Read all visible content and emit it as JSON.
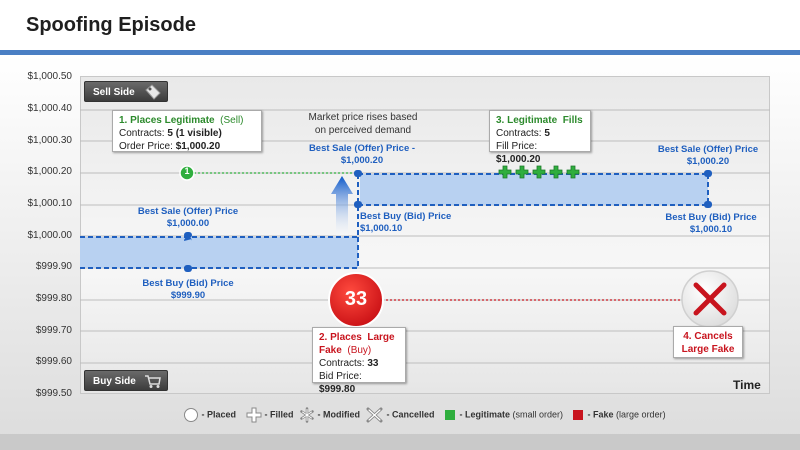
{
  "title": "Spoofing Episode",
  "y_axis": [
    "$1,000.50",
    "$1,000.40",
    "$1,000.30",
    "$1,000.20",
    "$1,000.10",
    "$1,000.00",
    "$999.90",
    "$999.80",
    "$999.70",
    "$999.60",
    "$999.50"
  ],
  "badges": {
    "sell_side": "Sell Side",
    "buy_side": "Buy Side"
  },
  "time_label": "Time",
  "callout1": {
    "title_num": "1. Places",
    "title_word": "Legitimate",
    "title_side": "(Sell)",
    "contracts_label": "Contracts:",
    "contracts_value": "5 (1 visible)",
    "price_label": "Order Price:",
    "price_value": "$1,000.20"
  },
  "callout2": {
    "line1_a": "2. Places",
    "line1_b": "Large",
    "line2_a": "Fake",
    "line2_b": "(Buy)",
    "contracts_label": "Contracts:",
    "contracts_value": "33",
    "price_label": "Bid Price:",
    "price_value": "$999.80"
  },
  "callout3": {
    "title_num": "3. Legitimate",
    "title_word": "Fills",
    "contracts_label": "Contracts:",
    "contracts_value": "5",
    "price_label": "Fill Price:",
    "price_value": "$1,000.20"
  },
  "callout4": {
    "line1": "4. Cancels",
    "line2": "Large Fake"
  },
  "market_note": {
    "line1": "Market price rises based",
    "line2": "on perceived demand"
  },
  "labels": {
    "offer_left_1": "Best Sale (Offer) Price",
    "offer_left_2": "$1,000.00",
    "bid_left_1": "Best Buy (Bid) Price",
    "bid_left_2": "$999.90",
    "offer_mid_1": "Best Sale (Offer) Price -",
    "offer_mid_2": "$1,000.20",
    "bid_mid_1": "Best Buy (Bid) Price",
    "bid_mid_2": "$1,000.10",
    "offer_right_1": "Best Sale (Offer) Price",
    "offer_right_2": "$1,000.20",
    "bid_right_1": "Best Buy (Bid) Price",
    "bid_right_2": "$1,000.10"
  },
  "markers": {
    "order1": "1",
    "fake_contracts": "33"
  },
  "legend": {
    "placed": "- Placed",
    "filled": "- Filled",
    "modified": "- Modified",
    "cancelled": "- Cancelled",
    "legit": "- Legitimate",
    "legit_note": "(small order)",
    "fake": "- Fake",
    "fake_note": "(large order)"
  },
  "colors": {
    "legit": "#2fae3e",
    "fake": "#c8141e",
    "line_blue": "#1f5fbf",
    "band": "#b8d1f1",
    "accent": "#4a7fc4"
  },
  "icons": {
    "sell_side": "price-tag-icon",
    "buy_side": "shopping-cart-icon",
    "rise": "up-arrow-icon",
    "cancel": "x-cancel-icon",
    "fill": "plus-fill-icon"
  }
}
